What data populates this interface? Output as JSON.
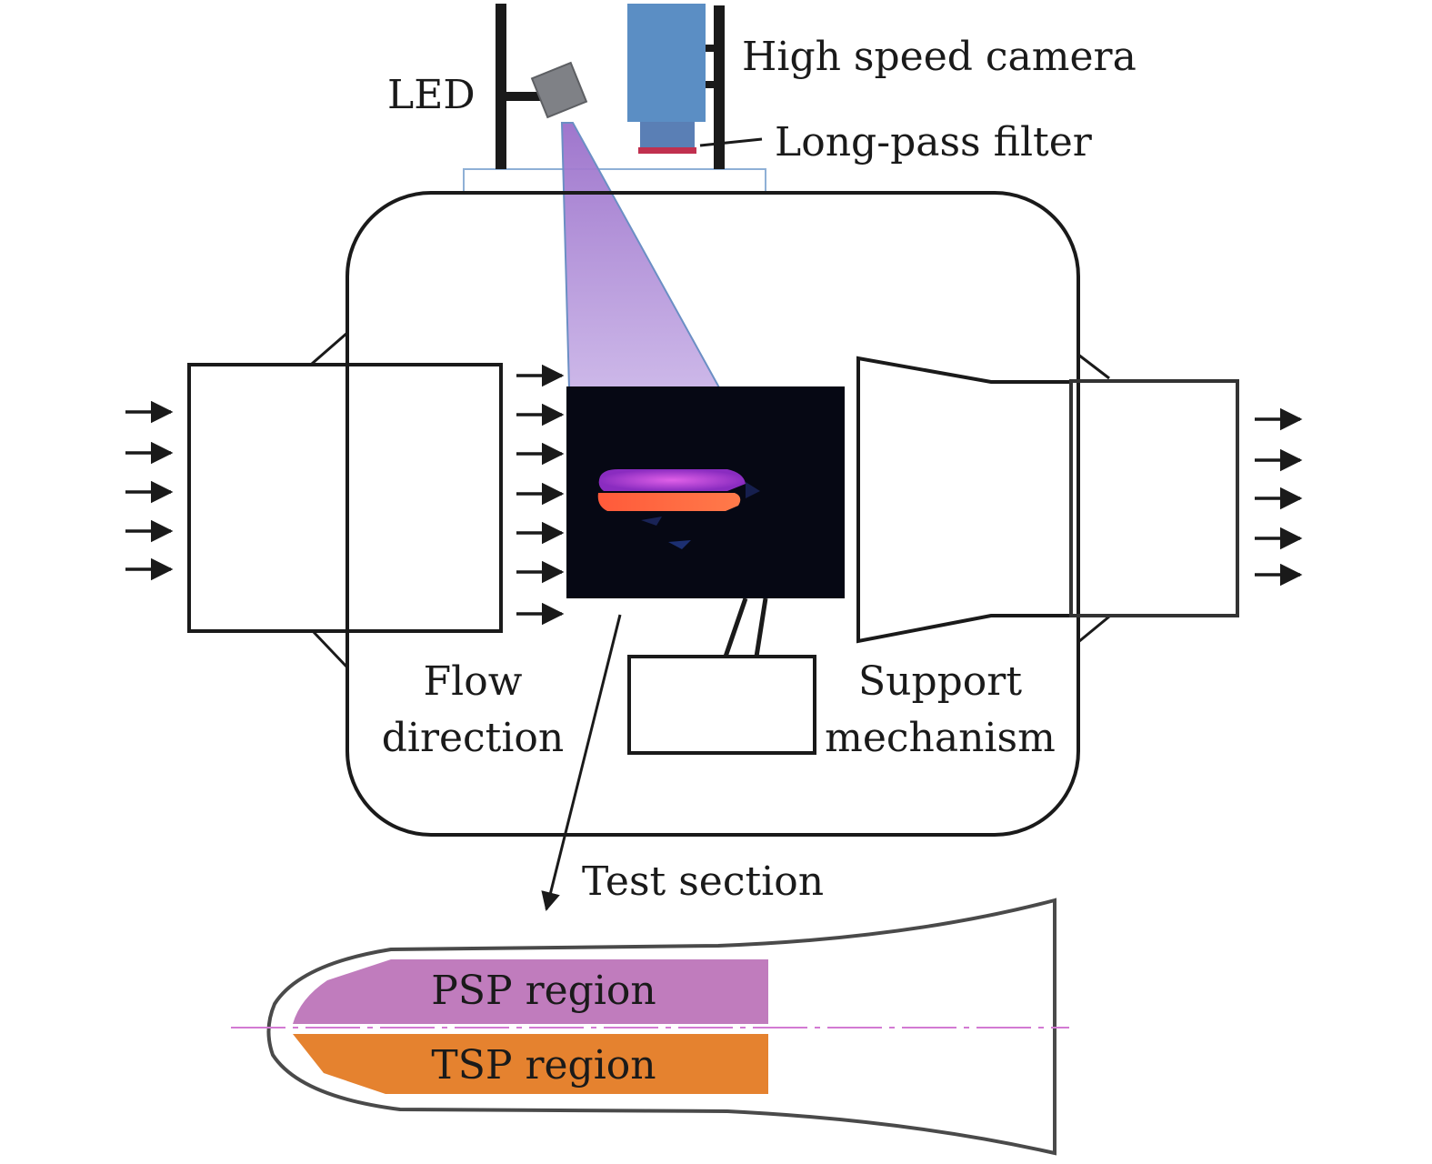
{
  "labels": {
    "led": "LED",
    "camera": "High speed camera",
    "filter": "Long-pass filter",
    "flow_line1": "Flow",
    "flow_line2": "direction",
    "support_line1": "Support",
    "support_line2": "mechanism",
    "test_section": "Test section",
    "psp_region": "PSP region",
    "tsp_region": "TSP region"
  },
  "colors": {
    "outline": "#1a1a1a",
    "camera_body": "#5b8ec4",
    "camera_lens": "#5a7fb5",
    "filter": "#c0304f",
    "led": "#7f8186",
    "light_beam": "#a580cf",
    "psp": "#c07cbd",
    "tsp": "#e5822f",
    "centerline": "#d37ad3",
    "image_background": "#060814"
  },
  "icons": {
    "flow_arrow": "right-arrow-icon"
  }
}
